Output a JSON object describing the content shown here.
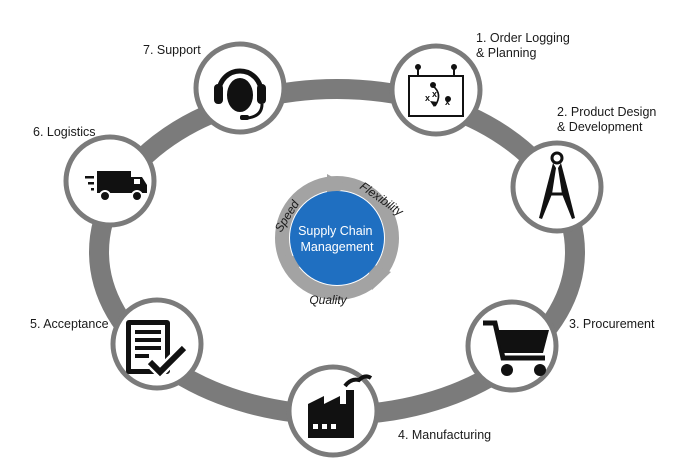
{
  "center": {
    "lines": [
      "Supply Chain",
      "Management"
    ],
    "attributes": {
      "top_left": "Speed",
      "top_right": "Flexibility",
      "bottom": "Quality"
    }
  },
  "stages": [
    {
      "lines": [
        "1. Order Logging",
        "& Planning"
      ],
      "icon": "strategy-board-icon"
    },
    {
      "lines": [
        "2. Product Design",
        "& Development"
      ],
      "icon": "drafting-compass-icon"
    },
    {
      "lines": [
        "3. Procurement"
      ],
      "icon": "shopping-cart-icon"
    },
    {
      "lines": [
        "4. Manufacturing"
      ],
      "icon": "factory-icon"
    },
    {
      "lines": [
        "5. Acceptance"
      ],
      "icon": "checklist-icon"
    },
    {
      "lines": [
        "6. Logistics"
      ],
      "icon": "delivery-truck-icon"
    },
    {
      "lines": [
        "7. Support"
      ],
      "icon": "headset-icon"
    }
  ],
  "colors": {
    "ring": "#7b7b7b",
    "node_fill": "#ffffff",
    "node_border": "#7b7b7b",
    "icon": "#111111",
    "center_fill": "#1f6fc1",
    "center_arrows": "#a3a3a3",
    "center_text": "#ffffff"
  }
}
